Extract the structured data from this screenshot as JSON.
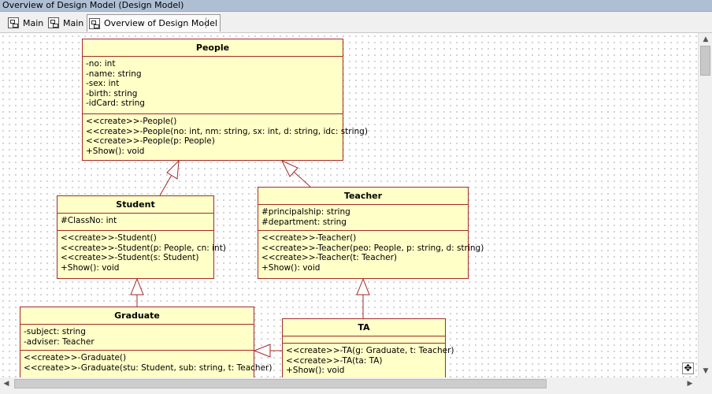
{
  "window": {
    "title": "Overview of Design Model (Design Model)"
  },
  "tabs": [
    {
      "label": "Main"
    },
    {
      "label": "Main"
    },
    {
      "label": "Overview of Design Model"
    }
  ],
  "colors": {
    "class_fill": "#ffffc8",
    "class_border": "#a52a2a",
    "title_bar": "#aebfd4"
  },
  "classes": {
    "people": {
      "name": "People",
      "attributes": [
        "-no: int",
        "-name: string",
        "-sex: int",
        "-birth: string",
        "-idCard: string"
      ],
      "operations": [
        "<<create>>-People()",
        "<<create>>-People(no: int, nm: string, sx: int, d: string, idc: string)",
        "<<create>>-People(p: People)",
        "+Show(): void"
      ]
    },
    "student": {
      "name": "Student",
      "attributes": [
        "#ClassNo: int"
      ],
      "operations": [
        "<<create>>-Student()",
        "<<create>>-Student(p: People, cn: int)",
        "<<create>>-Student(s: Student)",
        "+Show(): void"
      ]
    },
    "teacher": {
      "name": "Teacher",
      "attributes": [
        "#principalship: string",
        "#department: string"
      ],
      "operations": [
        "<<create>>-Teacher()",
        "<<create>>-Teacher(peo: People, p: string, d: string)",
        "<<create>>-Teacher(t: Teacher)",
        "+Show(): void"
      ]
    },
    "graduate": {
      "name": "Graduate",
      "attributes": [
        "-subject: string",
        "-adviser: Teacher"
      ],
      "operations": [
        "<<create>>-Graduate()",
        "<<create>>-Graduate(stu: Student, sub: string, t: Teacher)"
      ]
    },
    "ta": {
      "name": "TA",
      "attributes": [],
      "operations": [
        "<<create>>-TA(g: Graduate, t: Teacher)",
        "<<create>>-TA(ta: TA)",
        "+Show(): void"
      ]
    }
  }
}
